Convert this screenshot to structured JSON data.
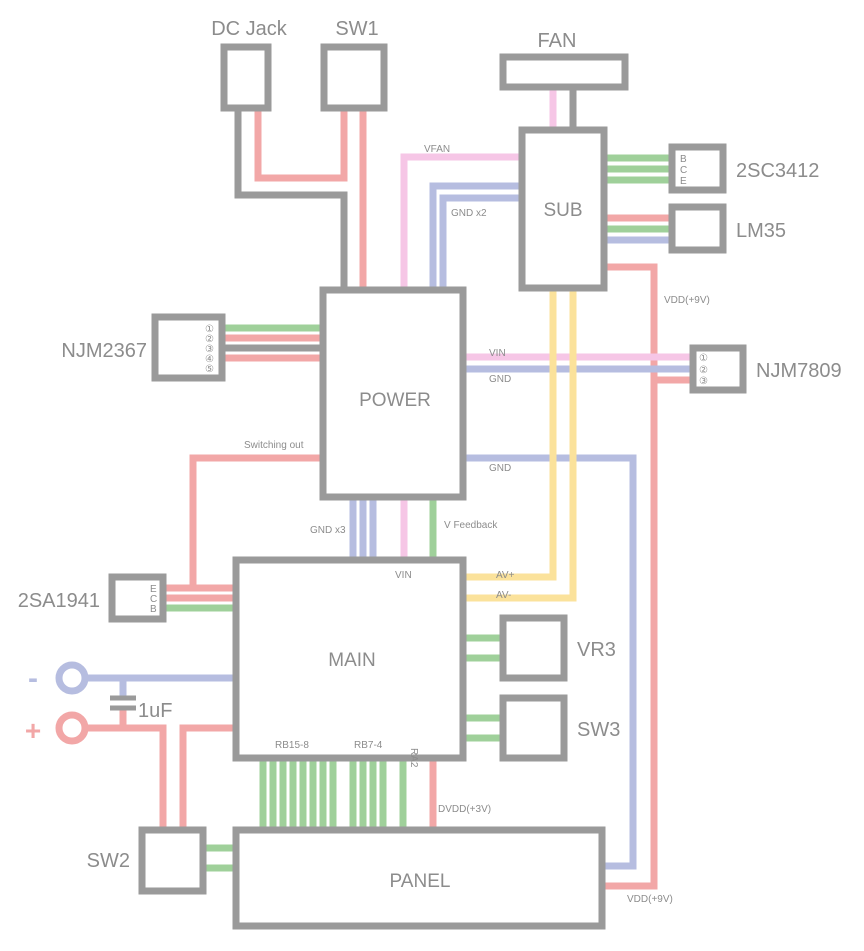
{
  "colors": {
    "red": "#f2a7a7",
    "gray": "#9a9a9a",
    "green": "#9fd09a",
    "blue": "#b6bde0",
    "pink": "#f6c6e6",
    "yellow": "#fbe29b",
    "box": "#9a9a9a",
    "text": "#8c8c8c"
  },
  "blocks": {
    "dc_jack": "DC Jack",
    "sw1": "SW1",
    "fan": "FAN",
    "sub": "SUB",
    "q_2sc3412": "2SC3412",
    "lm35": "LM35",
    "njm2367": "NJM2367",
    "power": "POWER",
    "njm7809": "NJM7809",
    "main": "MAIN",
    "q_2sa1941": "2SA1941",
    "vr3": "VR3",
    "sw3": "SW3",
    "sw2": "SW2",
    "panel": "PANEL",
    "cap": "1uF",
    "minus": "-",
    "plus": "+"
  },
  "nets": {
    "vfan": "VFAN",
    "gnd_x2": "GND x2",
    "vdd_9v_top": "VDD(+9V)",
    "vin_right": "VIN",
    "gnd_right": "GND",
    "gnd_mid": "GND",
    "switching_out": "Switching out",
    "gnd_x3": "GND x3",
    "v_feedback": "V Feedback",
    "vin_main": "VIN",
    "av_plus": "AV+",
    "av_minus": "AV-",
    "rb15_8": "RB15-8",
    "rb7_4": "RB7-4",
    "ra2": "RA2",
    "dvdd": "DVDD(+3V)",
    "vdd_9v_bottom": "VDD(+9V)"
  },
  "pins": {
    "bce": [
      "B",
      "C",
      "E"
    ],
    "ecb": [
      "E",
      "C",
      "B"
    ],
    "njm2367": [
      "①",
      "②",
      "③",
      "④",
      "⑤"
    ],
    "njm7809": [
      "①",
      "②",
      "③"
    ]
  }
}
